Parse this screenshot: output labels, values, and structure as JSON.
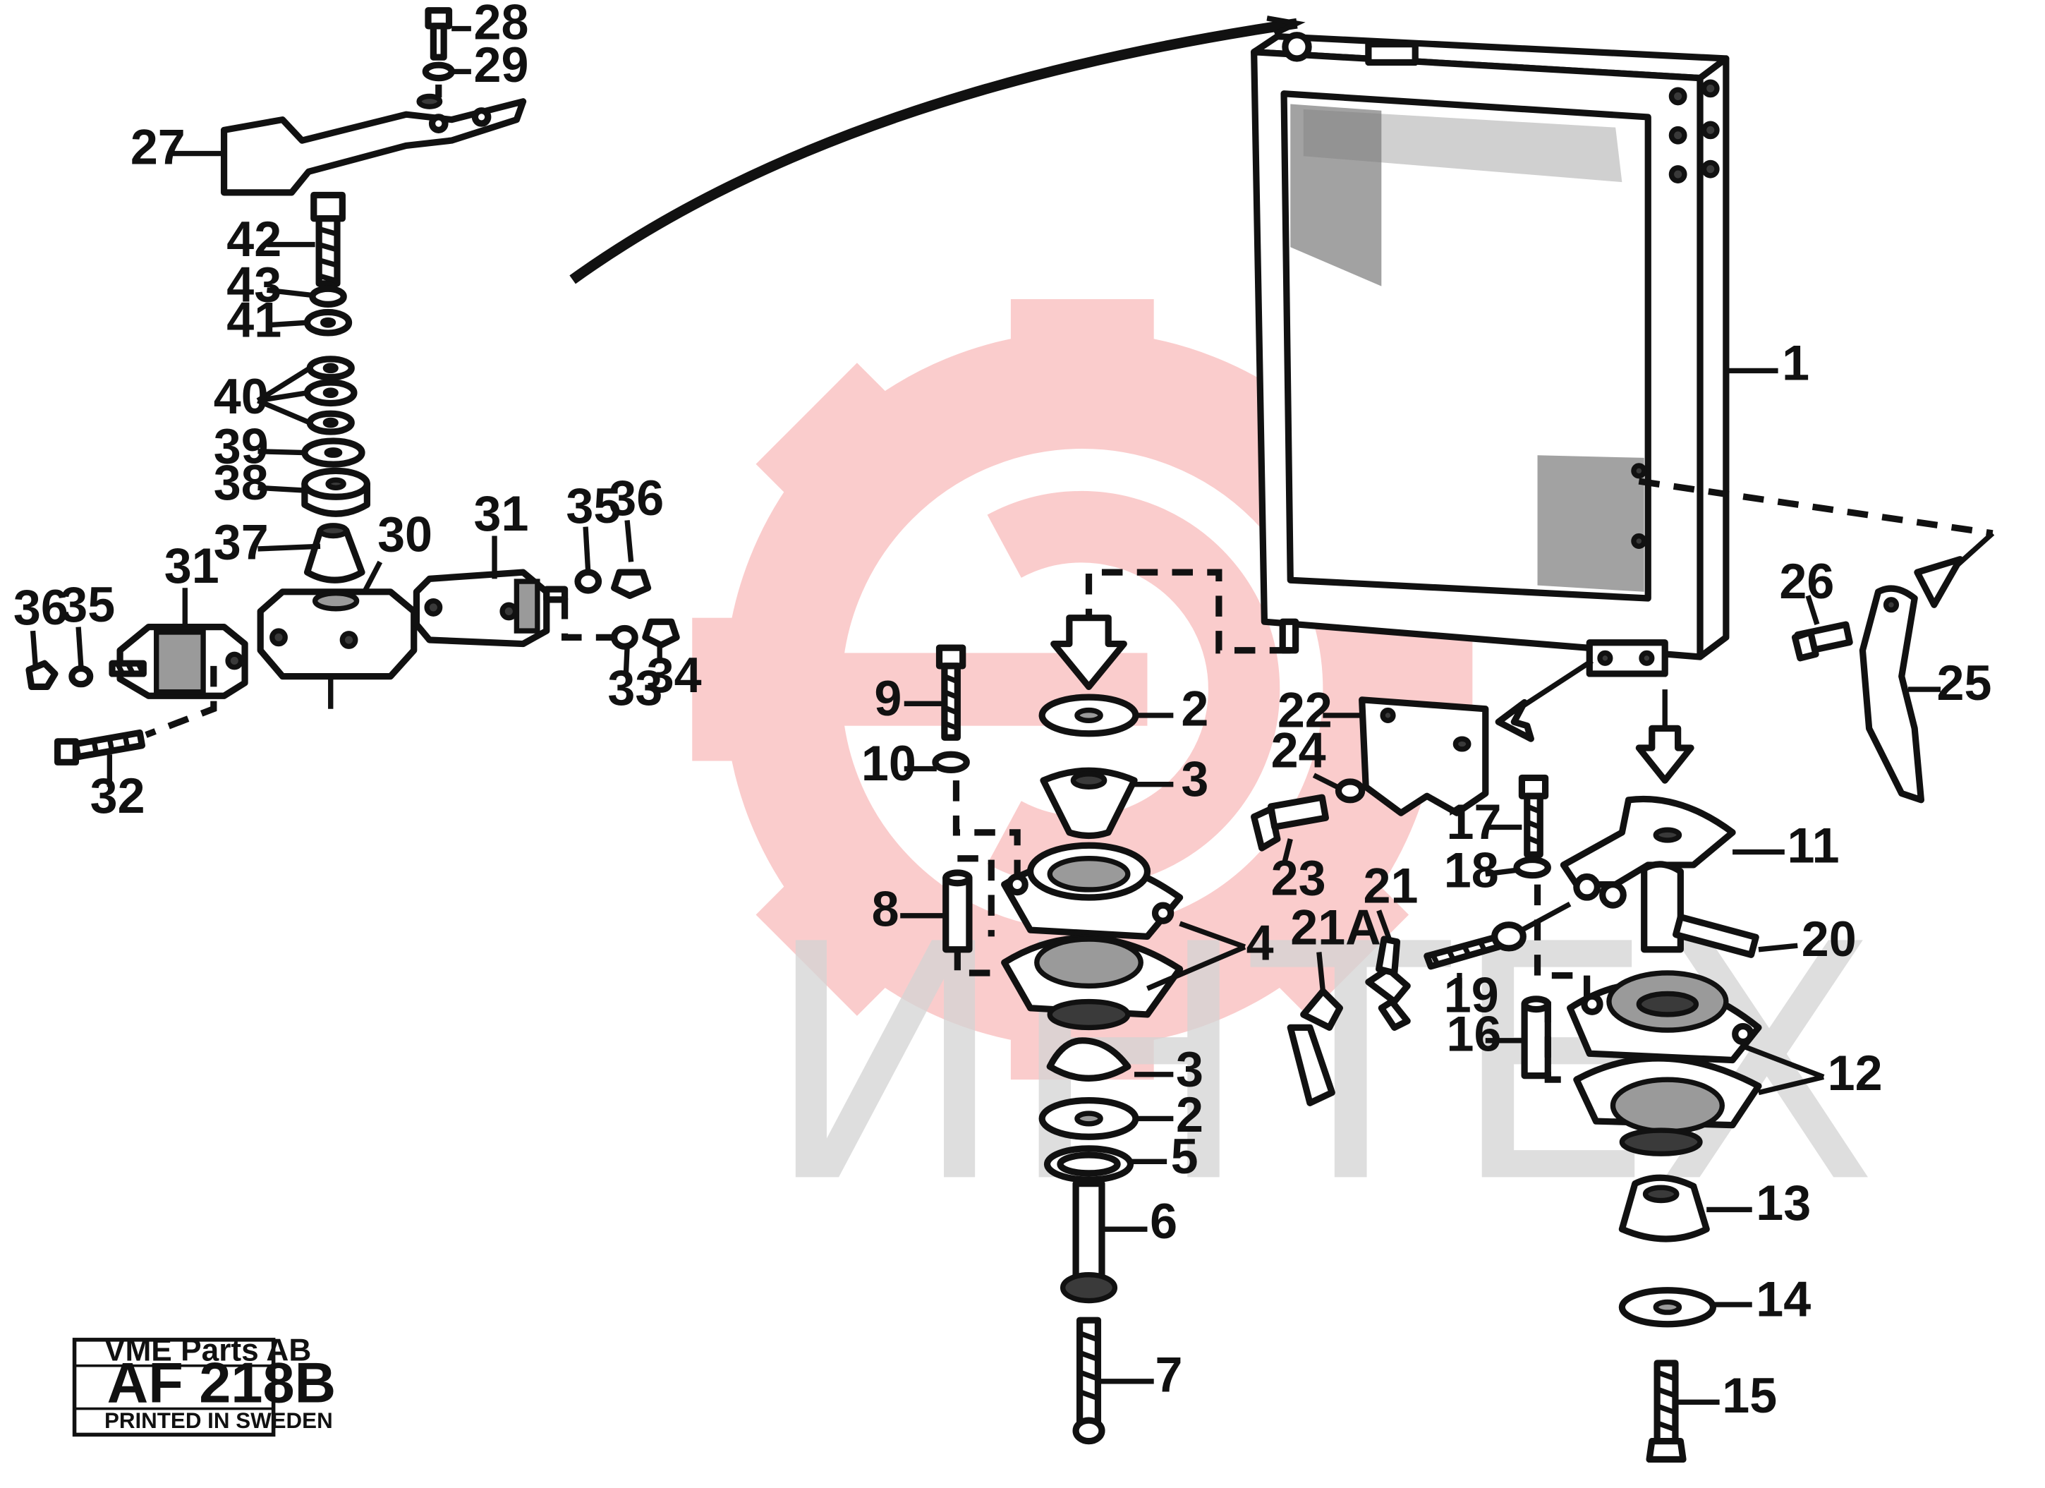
{
  "watermark": {
    "text": "ИНТЕХ",
    "gear_color": "#f05a5a",
    "text_color": "#d4d4d4"
  },
  "stamp": {
    "company": "VME Parts AB",
    "code": "AF 218B",
    "printed": "PRINTED IN SWEDEN"
  },
  "labels": {
    "p1": "1",
    "p2a": "2",
    "p2b": "2",
    "p3a": "3",
    "p3b": "3",
    "p4": "4",
    "p5": "5",
    "p6": "6",
    "p7": "7",
    "p8": "8",
    "p9": "9",
    "p10": "10",
    "p11": "11",
    "p12": "12",
    "p13": "13",
    "p14": "14",
    "p15": "15",
    "p16": "16",
    "p17": "17",
    "p18": "18",
    "p19": "19",
    "p20": "20",
    "p21": "21",
    "p21a": "21A",
    "p22": "22",
    "p23": "23",
    "p24": "24",
    "p25": "25",
    "p26": "26",
    "p27": "27",
    "p28": "28",
    "p29": "29",
    "p30": "30",
    "p31a": "31",
    "p31b": "31",
    "p32": "32",
    "p33": "33",
    "p34": "34",
    "p35a": "35",
    "p35b": "35",
    "p36a": "36",
    "p36b": "36",
    "p37": "37",
    "p38": "38",
    "p39": "39",
    "p40": "40",
    "p41": "41",
    "p42": "42",
    "p43": "43"
  }
}
